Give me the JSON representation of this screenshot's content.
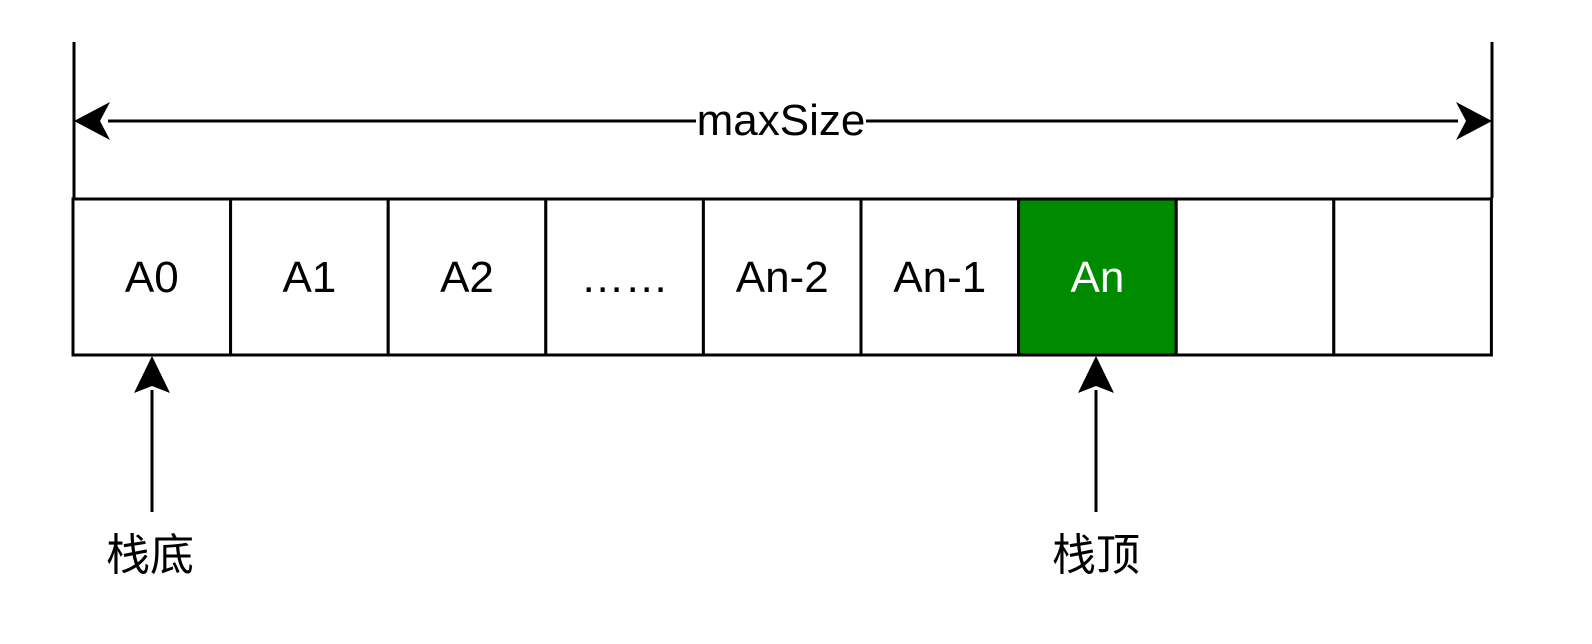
{
  "diagram": {
    "size_label": "maxSize",
    "cells": [
      {
        "label": "A0",
        "highlight": false
      },
      {
        "label": "A1",
        "highlight": false
      },
      {
        "label": "A2",
        "highlight": false
      },
      {
        "label": "……",
        "highlight": false
      },
      {
        "label": "An-2",
        "highlight": false
      },
      {
        "label": "An-1",
        "highlight": false
      },
      {
        "label": "An",
        "highlight": true
      },
      {
        "label": "",
        "highlight": false
      },
      {
        "label": "",
        "highlight": false
      }
    ],
    "bottom_pointer": {
      "label": "栈底",
      "cell_index": 0
    },
    "top_pointer": {
      "label": "栈顶",
      "cell_index": 6
    },
    "colors": {
      "stroke": "#000000",
      "highlight_fill": "#008a00",
      "highlight_stroke": "#006600",
      "highlight_text": "#ffffff",
      "text": "#000000"
    }
  }
}
